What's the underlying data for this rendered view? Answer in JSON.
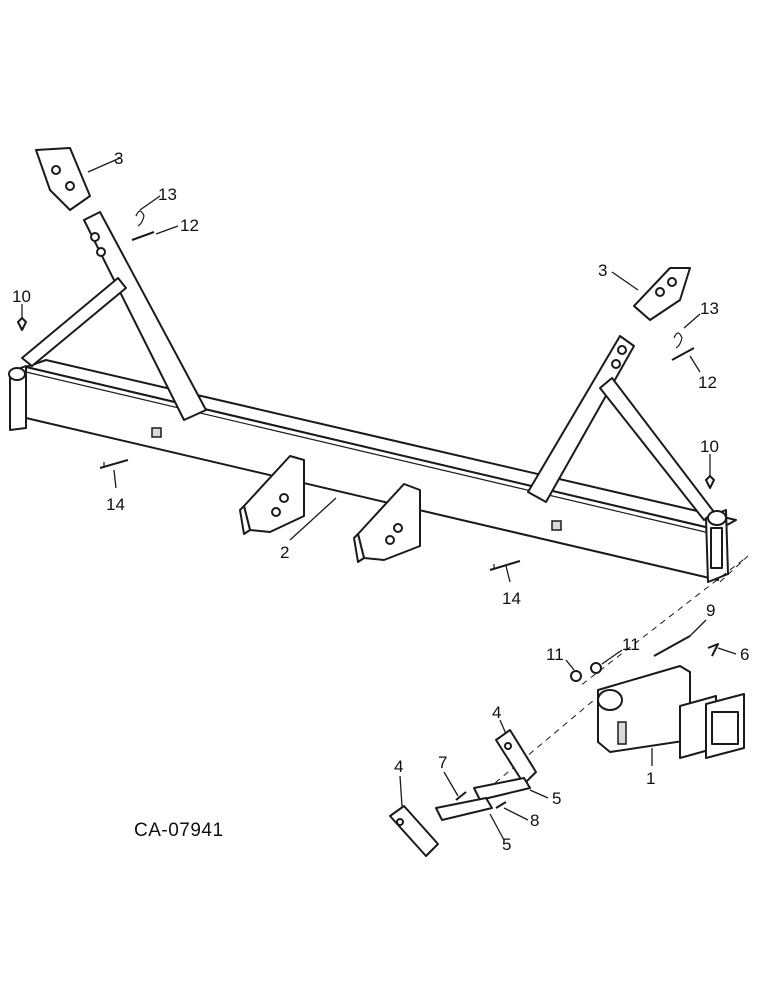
{
  "drawing_code": "CA-07941",
  "callouts": [
    {
      "id": "c-3a",
      "label": "3"
    },
    {
      "id": "c-13a",
      "label": "13"
    },
    {
      "id": "c-12a",
      "label": "12"
    },
    {
      "id": "c-10a",
      "label": "10"
    },
    {
      "id": "c-3b",
      "label": "3"
    },
    {
      "id": "c-13b",
      "label": "13"
    },
    {
      "id": "c-12b",
      "label": "12"
    },
    {
      "id": "c-10b",
      "label": "10"
    },
    {
      "id": "c-14a",
      "label": "14"
    },
    {
      "id": "c-2",
      "label": "2"
    },
    {
      "id": "c-14b",
      "label": "14"
    },
    {
      "id": "c-9",
      "label": "9"
    },
    {
      "id": "c-6",
      "label": "6"
    },
    {
      "id": "c-11a",
      "label": "11"
    },
    {
      "id": "c-11b",
      "label": "11"
    },
    {
      "id": "c-4a",
      "label": "4"
    },
    {
      "id": "c-1",
      "label": "1"
    },
    {
      "id": "c-4b",
      "label": "4"
    },
    {
      "id": "c-7",
      "label": "7"
    },
    {
      "id": "c-5a",
      "label": "5"
    },
    {
      "id": "c-8",
      "label": "8"
    },
    {
      "id": "c-5b",
      "label": "5"
    }
  ]
}
